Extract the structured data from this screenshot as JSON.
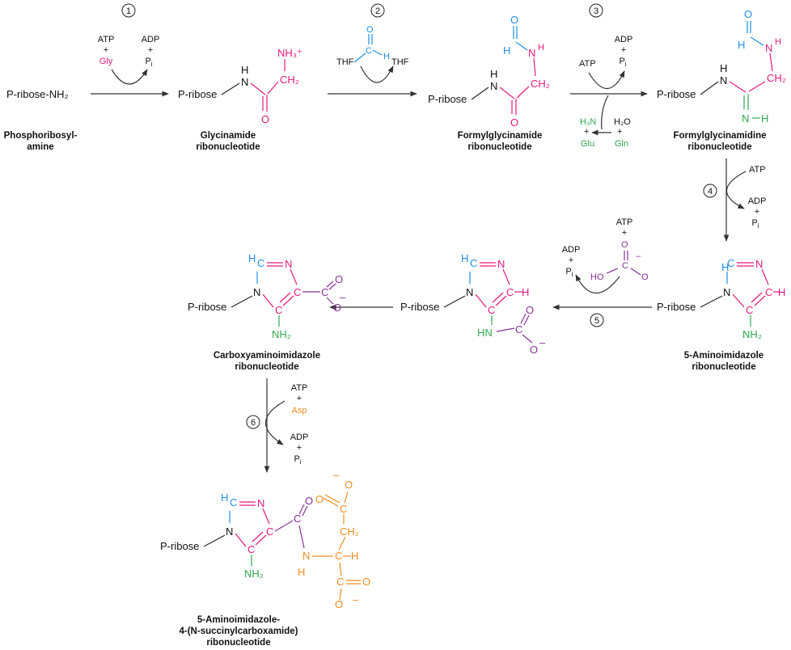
{
  "steps": {
    "s1": "1",
    "s2": "2",
    "s3": "3",
    "s4": "4",
    "s5": "5",
    "s6": "6"
  },
  "cofactors": {
    "atp": "ATP",
    "adp": "ADP",
    "plus": "+",
    "p": "P",
    "i": "i",
    "gly": "Gly",
    "thf": "THF",
    "h3n": "H₃N",
    "h2o": "H₂O",
    "glu": "Glu",
    "gln": "Gln",
    "asp": "Asp"
  },
  "atoms": {
    "pribose": "P-ribose",
    "pribose_nh2": "P-ribose-NH₂",
    "h": "H",
    "n": "N",
    "c": "C",
    "o": "O",
    "ch2": "CH₂",
    "nh2": "NH₂",
    "nh3": "NH₃⁺",
    "ho": "HO",
    "minus": "–",
    "hn": "HN"
  },
  "names": {
    "m1": [
      "Phosphoribosyl-",
      "amine"
    ],
    "m2": [
      "Glycinamide",
      "ribonucleotide"
    ],
    "m3": [
      "Formylglycinamide",
      "ribonucleotide"
    ],
    "m4": [
      "Formylglycinamidine",
      "ribonucleotide"
    ],
    "m5": [
      "5-Aminoimidazole",
      "ribonucleotide"
    ],
    "m6": [
      "Carboxyaminoimidazole",
      "ribonucleotide"
    ],
    "m7": [
      "5-Aminoimidazole-",
      "4-(N-succinylcarboxamide)",
      "ribonucleotide"
    ]
  },
  "colors": {
    "pink": "#e6197f",
    "blue": "#1e90e6",
    "green": "#2fa84f",
    "purple": "#8a2f9a",
    "orange": "#f08c1e"
  }
}
